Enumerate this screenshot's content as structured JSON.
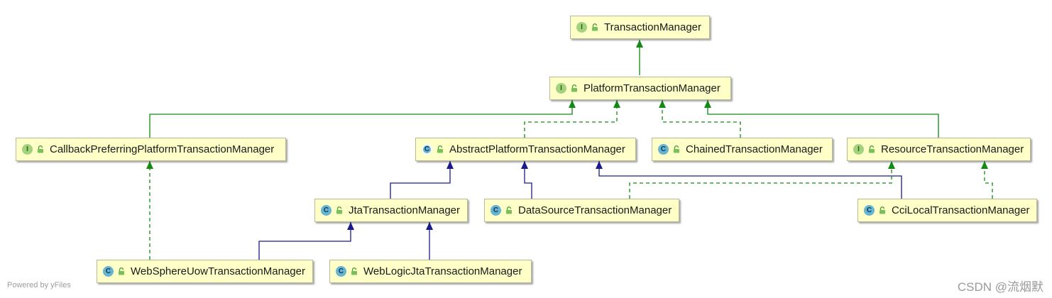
{
  "diagram": {
    "colors": {
      "implements": "#138a13",
      "extends": "#1a1a8c",
      "node_fill": "#ffffc8",
      "node_border": "#b8b89a"
    },
    "nodes": [
      {
        "id": "tm",
        "label": "TransactionManager",
        "kind": "interface"
      },
      {
        "id": "ptm",
        "label": "PlatformTransactionManager",
        "kind": "interface"
      },
      {
        "id": "cpptm",
        "label": "CallbackPreferringPlatformTransactionManager",
        "kind": "interface"
      },
      {
        "id": "aptm",
        "label": "AbstractPlatformTransactionManager",
        "kind": "abstract"
      },
      {
        "id": "ctm",
        "label": "ChainedTransactionManager",
        "kind": "class"
      },
      {
        "id": "rtm",
        "label": "ResourceTransactionManager",
        "kind": "interface"
      },
      {
        "id": "jta",
        "label": "JtaTransactionManager",
        "kind": "class"
      },
      {
        "id": "dstm",
        "label": "DataSourceTransactionManager",
        "kind": "class"
      },
      {
        "id": "ccil",
        "label": "CciLocalTransactionManager",
        "kind": "class"
      },
      {
        "id": "wsuow",
        "label": "WebSphereUowTransactionManager",
        "kind": "class"
      },
      {
        "id": "wljta",
        "label": "WebLogicJtaTransactionManager",
        "kind": "class"
      }
    ],
    "edges": [
      {
        "from": "ptm",
        "to": "tm",
        "type": "extends-interface"
      },
      {
        "from": "cpptm",
        "to": "ptm",
        "type": "extends-interface"
      },
      {
        "from": "aptm",
        "to": "ptm",
        "type": "implements"
      },
      {
        "from": "ctm",
        "to": "ptm",
        "type": "implements"
      },
      {
        "from": "rtm",
        "to": "ptm",
        "type": "extends-interface"
      },
      {
        "from": "jta",
        "to": "aptm",
        "type": "extends"
      },
      {
        "from": "dstm",
        "to": "aptm",
        "type": "extends"
      },
      {
        "from": "ccil",
        "to": "aptm",
        "type": "extends"
      },
      {
        "from": "dstm",
        "to": "rtm",
        "type": "implements"
      },
      {
        "from": "ccil",
        "to": "rtm",
        "type": "implements"
      },
      {
        "from": "wsuow",
        "to": "cpptm",
        "type": "implements"
      },
      {
        "from": "wsuow",
        "to": "jta",
        "type": "extends"
      },
      {
        "from": "wljta",
        "to": "jta",
        "type": "extends"
      }
    ]
  },
  "badges": {
    "interface": "I",
    "class": "C",
    "abstract": "C"
  },
  "footer": {
    "powered_by": "Powered by yFiles",
    "watermark": "CSDN @流烟默"
  }
}
